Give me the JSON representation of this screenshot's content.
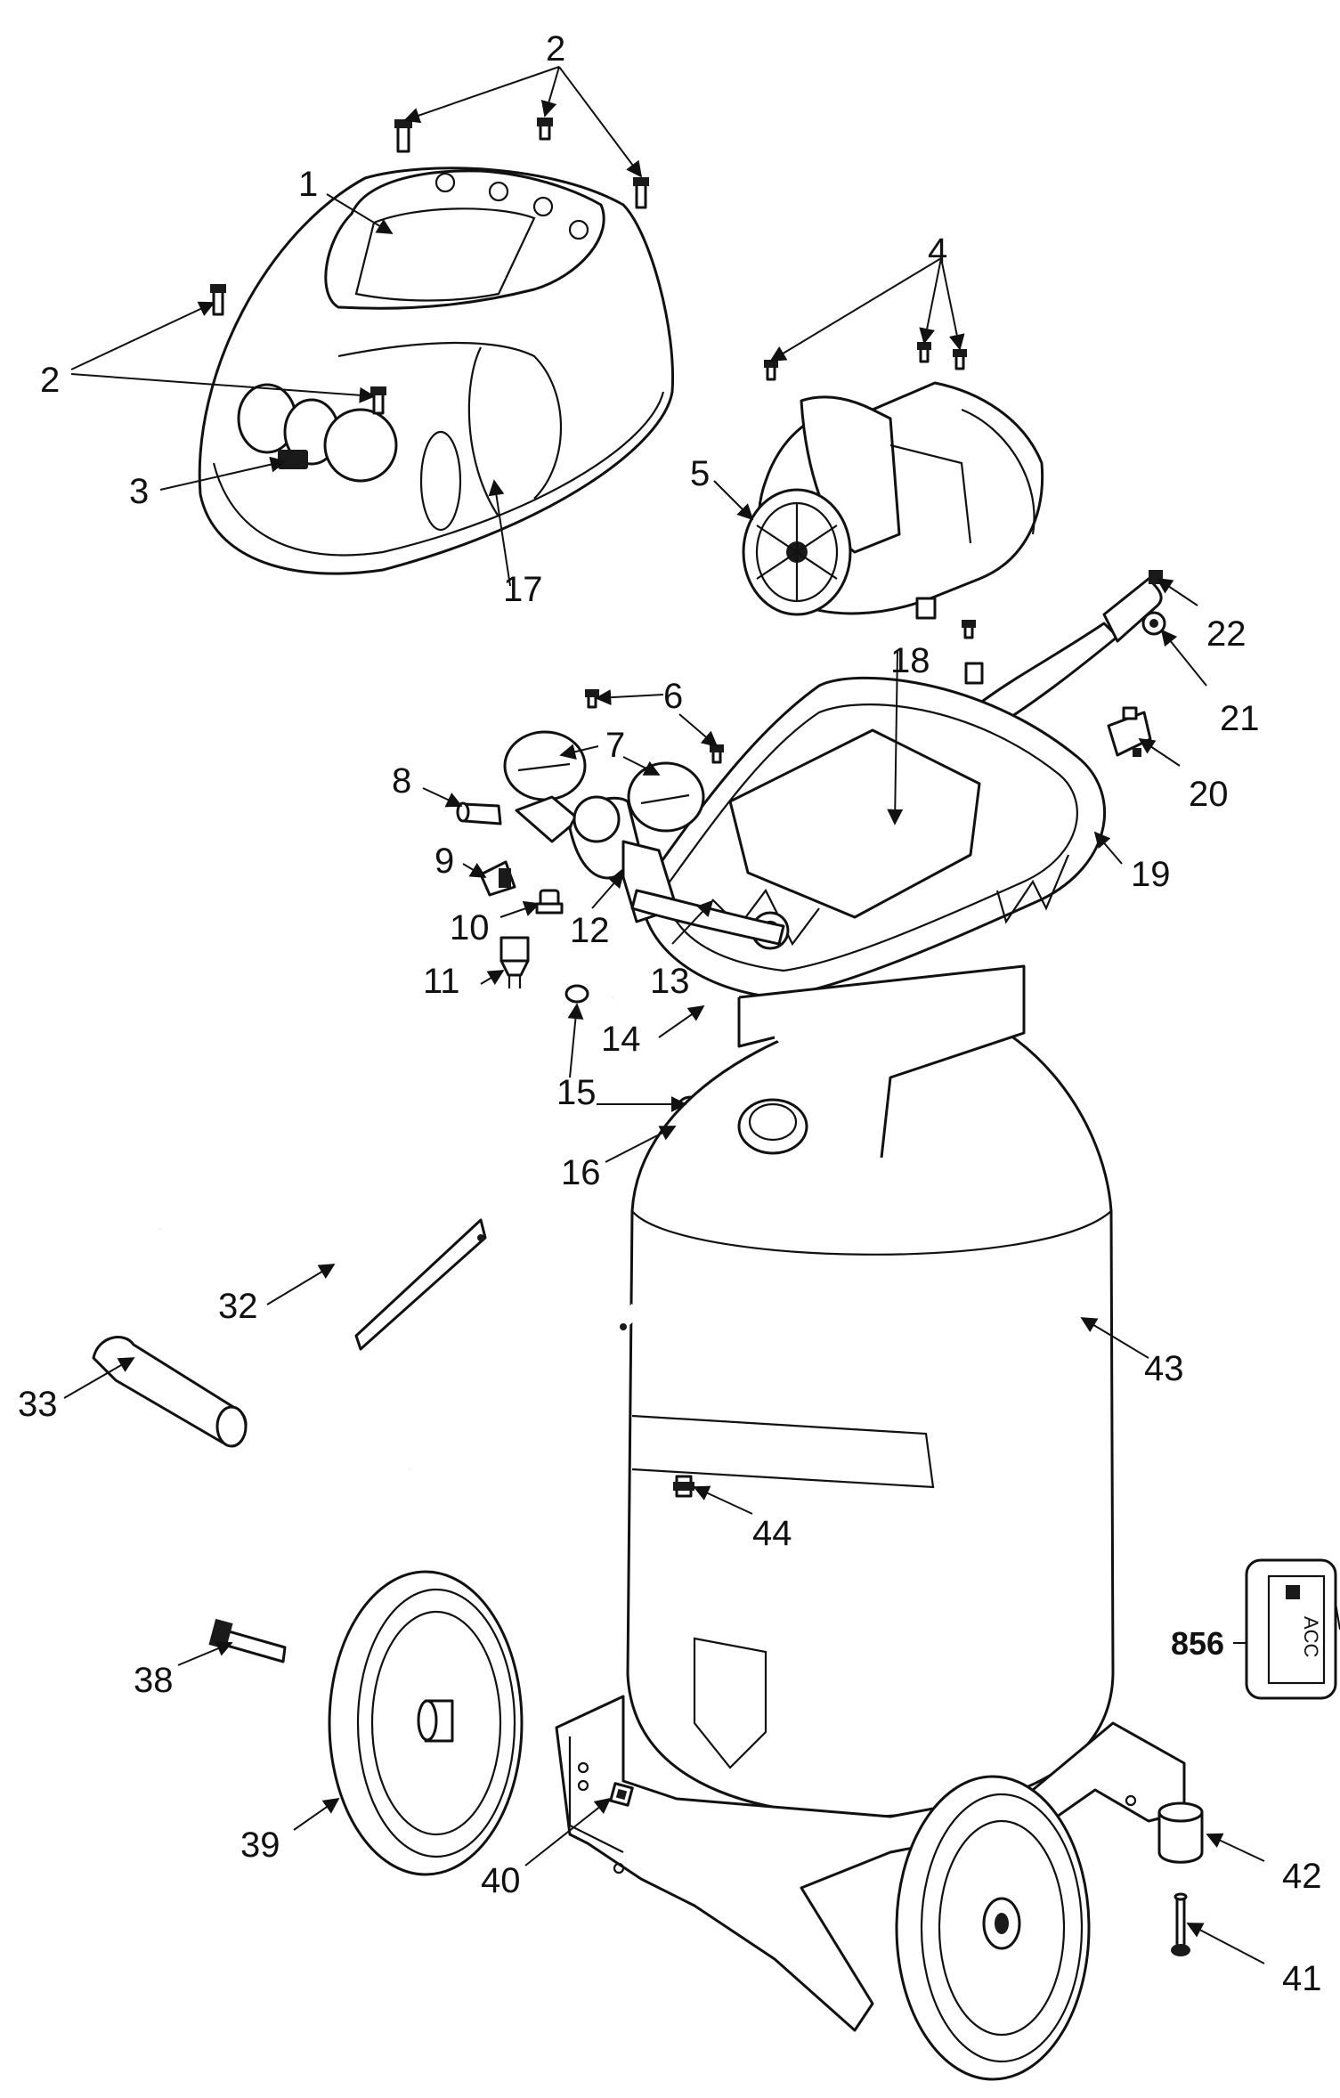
{
  "callouts": {
    "c1": "1",
    "c2a": "2",
    "c2b": "2",
    "c3": "3",
    "c4": "4",
    "c5": "5",
    "c6": "6",
    "c7": "7",
    "c8": "8",
    "c9": "9",
    "c10": "10",
    "c11": "11",
    "c12": "12",
    "c13": "13",
    "c14": "14",
    "c15": "15",
    "c16": "16",
    "c17": "17",
    "c18": "18",
    "c19": "19",
    "c20": "20",
    "c21": "21",
    "c22": "22",
    "c32": "32",
    "c33": "33",
    "c38": "38",
    "c39": "39",
    "c40": "40",
    "c41": "41",
    "c42": "42",
    "c43": "43",
    "c44": "44"
  },
  "reference_tag": {
    "code": "856",
    "tag_text": "ACC"
  }
}
